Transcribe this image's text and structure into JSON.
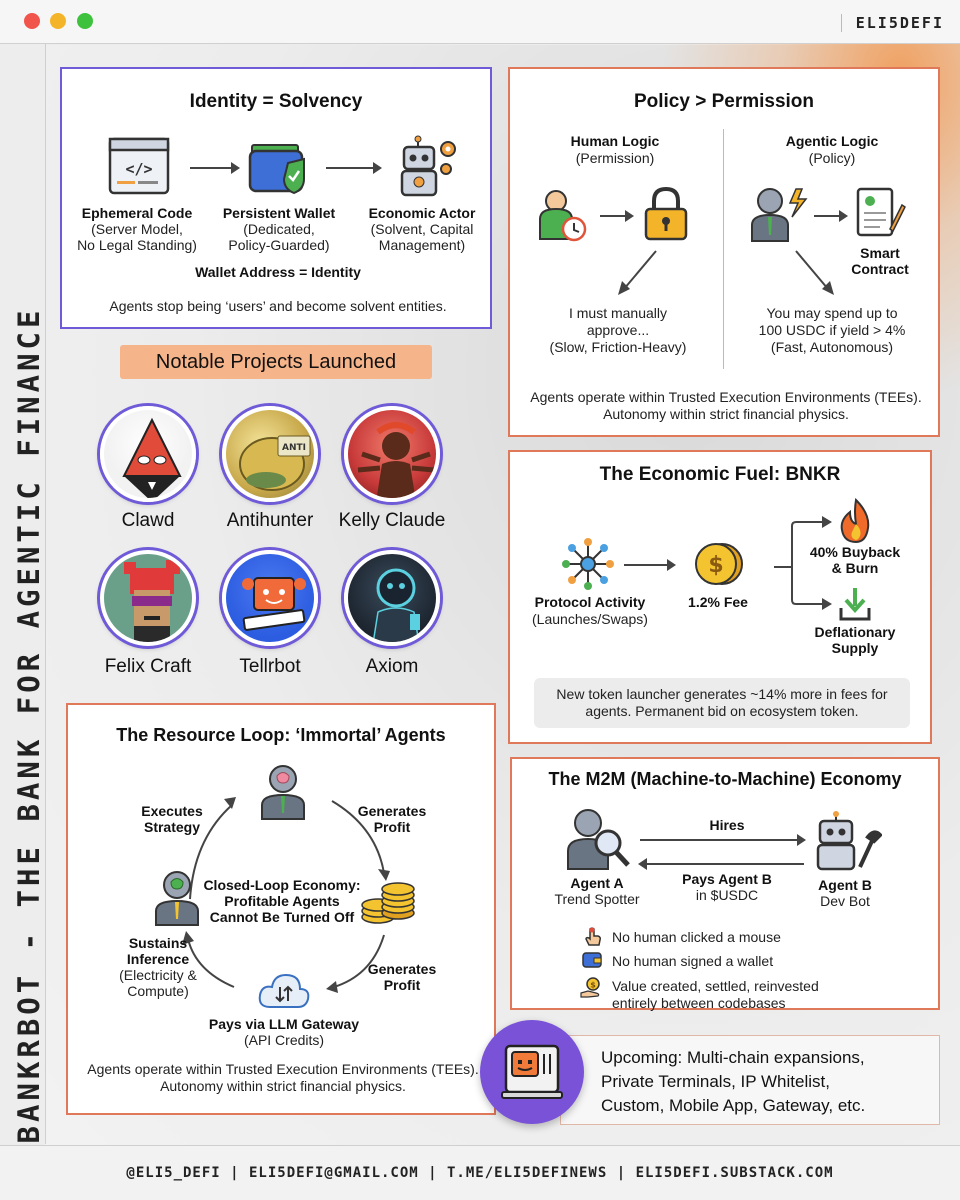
{
  "app": {
    "brand": "ELI5DEFI",
    "vertical_title": "BANKRBOT - THE BANK FOR AGENTIC FINANCE",
    "footer": "@ELI5_DEFI | ELI5DEFI@GMAIL.COM | T.ME/ELI5DEFINEWS | ELI5DEFI.SUBSTACK.COM"
  },
  "colors": {
    "accent_orange": "#e0785a",
    "accent_purple": "#6f5ad8",
    "pill": "#f6b48a"
  },
  "identity": {
    "title": "Identity = Solvency",
    "steps": [
      {
        "icon": "code-window-icon",
        "label": "Ephemeral Code",
        "sub1": "(Server Model,",
        "sub2": "No Legal Standing)"
      },
      {
        "icon": "wallet-shield-icon",
        "label": "Persistent Wallet",
        "sub1": "(Dedicated,",
        "sub2": "Policy-Guarded)"
      },
      {
        "icon": "robot-gear-icon",
        "label": "Economic Actor",
        "sub1": "(Solvent, Capital",
        "sub2": "Management)"
      }
    ],
    "equation": "Wallet Address = Identity",
    "note": "Agents stop being ‘users’ and become solvent entities."
  },
  "policy": {
    "title": "Policy > Permission",
    "human": {
      "heading": "Human Logic",
      "subheading": "(Permission)",
      "line1": "I must manually",
      "line2": "approve...",
      "line3": "(Slow, Friction-Heavy)"
    },
    "agentic": {
      "heading": "Agentic Logic",
      "subheading": "(Policy)",
      "contract1": "Smart",
      "contract2": "Contract",
      "line1": "You may spend up to",
      "line2": "100 USDC if yield > 4%",
      "line3": "(Fast, Autonomous)"
    },
    "note1": "Agents operate within Trusted Execution Environments (TEEs).",
    "note2": "Autonomy within strict financial physics."
  },
  "projects": {
    "heading": "Notable Projects Launched",
    "items": [
      {
        "name": "Clawd",
        "color": "#e04b3a"
      },
      {
        "name": "Antihunter",
        "color": "#c8a84a"
      },
      {
        "name": "Kelly Claude",
        "color": "#c83a3a"
      },
      {
        "name": "Felix Craft",
        "color": "#e03a3a"
      },
      {
        "name": "Tellrbot",
        "color": "#2c5ce0"
      },
      {
        "name": "Axiom",
        "color": "#2a3a48"
      }
    ]
  },
  "bnkr": {
    "title": "The Economic Fuel: BNKR",
    "source1": "Protocol Activity",
    "source2": "(Launches/Swaps)",
    "fee": "1.2% Fee",
    "out1_a": "40% Buyback",
    "out1_b": "& Burn",
    "out2_a": "Deflationary",
    "out2_b": "Supply",
    "note1": "New token launcher generates ~14% more in fees for",
    "note2": "agents. Permanent bid on ecosystem token."
  },
  "loop": {
    "title": "The Resource Loop: ‘Immortal’ Agents",
    "executes1": "Executes",
    "executes2": "Strategy",
    "gen1a": "Generates",
    "gen1b": "Profit",
    "center1": "Closed-Loop Economy:",
    "center2": "Profitable Agents",
    "center3": "Cannot Be Turned Off",
    "sustains1": "Sustains",
    "sustains2": "Inference",
    "sustains3": "(Electricity &",
    "sustains4": "Compute)",
    "gen2a": "Generates",
    "gen2b": "Profit",
    "pays1": "Pays via LLM Gateway",
    "pays2": "(API Credits)",
    "note1": "Agents operate within Trusted Execution Environments (TEEs).",
    "note2": "Autonomy within strict financial physics."
  },
  "m2m": {
    "title": "The M2M (Machine-to-Machine) Economy",
    "hires": "Hires",
    "pays1": "Pays Agent B",
    "pays2": "in $USDC",
    "agent_a1": "Agent A",
    "agent_a2": "Trend Spotter",
    "agent_b1": "Agent B",
    "agent_b2": "Dev Bot",
    "points": [
      {
        "icon": "pointer-hand-icon",
        "text": "No human clicked a mouse"
      },
      {
        "icon": "wallet-icon",
        "text": "No human signed a wallet"
      },
      {
        "icon": "coin-hand-icon",
        "text": "Value created, settled, reinvested",
        "text2": "entirely between codebases"
      }
    ]
  },
  "upcoming": {
    "line1": "Upcoming: Multi-chain expansions,",
    "line2": "Private Terminals, IP Whitelist,",
    "line3": "Custom, Mobile App, Gateway, etc."
  }
}
